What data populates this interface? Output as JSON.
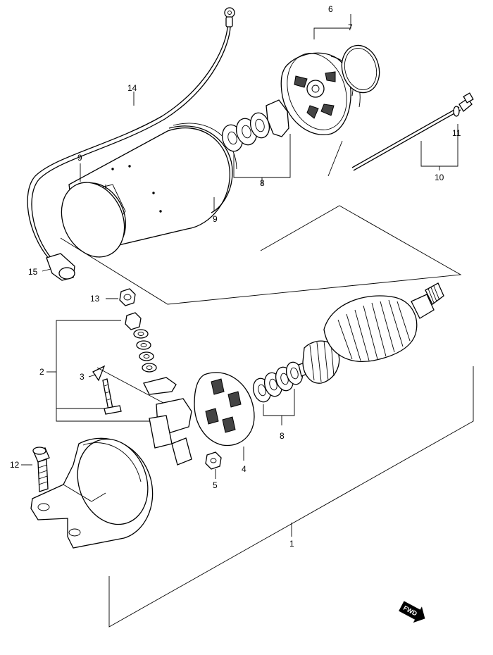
{
  "callouts": {
    "c1": "1",
    "c2": "2",
    "c3": "3",
    "c4": "4",
    "c5": "5",
    "c6": "6",
    "c7": "7",
    "c8a": "8",
    "c8b": "8",
    "c9a": "9",
    "c9b": "9",
    "c10": "10",
    "c11": "11",
    "c12": "12",
    "c13": "13",
    "c14": "14",
    "c15": "15"
  },
  "fwd_badge": "FWD",
  "colors": {
    "ink": "#000000",
    "paper": "#ffffff"
  }
}
